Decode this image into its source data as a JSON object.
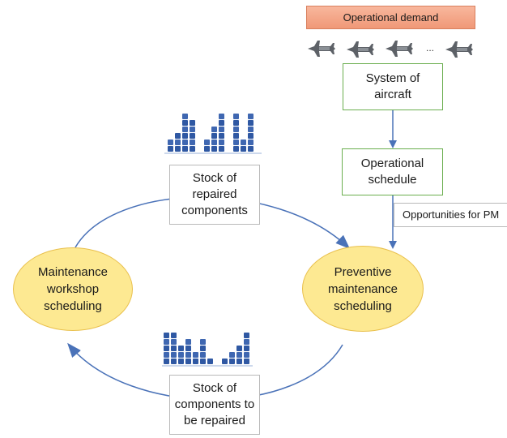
{
  "operational_demand": "Operational demand",
  "aircraft_ellipsis": "...",
  "system_of_aircraft": "System of\naircraft",
  "operational_schedule": "Operational\nschedule",
  "opportunities_for_pm": "Opportunities for PM",
  "stock_repaired": "Stock of\nrepaired\ncomponents",
  "stock_to_be_repaired": "Stock of\ncomponents to\nbe repaired",
  "maintenance_workshop": "Maintenance\nworkshop\nscheduling",
  "preventive_maintenance": "Preventive\nmaintenance\nscheduling",
  "colors": {
    "arrow": "#4a72b8",
    "ellipse_fill": "#fde992",
    "box_border": "#6aae4e",
    "demand_fill": "#f4a384"
  },
  "icons": {
    "aircraft": "aircraft-icon",
    "stock_bars": "stock-bars-icon"
  }
}
